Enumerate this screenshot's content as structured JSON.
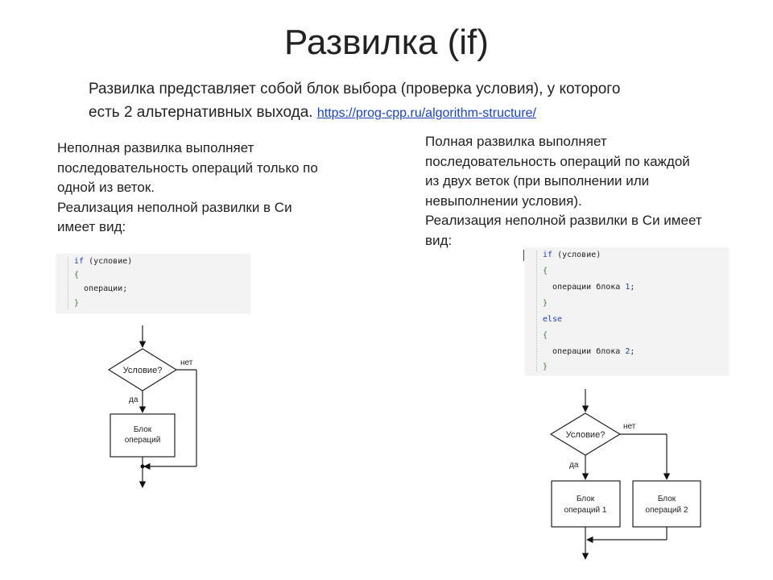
{
  "title": "Развилка (if)",
  "intro": {
    "text_line1": "Развилка представляет собой блок выбора (проверка условия), у которого",
    "text_line2": "есть 2 альтернативных выхода.",
    "link": "https://prog-cpp.ru/algorithm-structure/"
  },
  "left": {
    "lines": [
      "Неполная развилка выполняет",
      "последовательность операций только по",
      "одной из веток.",
      "Реализация неполной развилки в Си",
      "имеет вид:"
    ],
    "code": {
      "if_kw": "if",
      "cond": " (условие)",
      "open": "{",
      "body": "  операции;",
      "close": "}"
    },
    "flow": {
      "condition": "Условие?",
      "no": "нет",
      "yes": "да",
      "block_line1": "Блок",
      "block_line2": "операций"
    }
  },
  "right": {
    "lines": [
      "Полная развилка выполняет",
      "последовательность операций по каждой",
      "из двух веток (при выполнении или",
      "невыполнении условия).",
      "Реализация неполной развилки в Си имеет",
      "вид:"
    ],
    "code": {
      "if_kw": "if",
      "cond": " (условие)",
      "open1": "{",
      "body1": "  операции блока ",
      "num1": "1",
      "semi1": ";",
      "close1": "}",
      "else_kw": "else",
      "open2": "{",
      "body2": "  операции блока ",
      "num2": "2",
      "semi2": ";",
      "close2": "}"
    },
    "flow": {
      "condition": "Условие?",
      "no": "нет",
      "yes": "да",
      "block1_line1": "Блок",
      "block1_line2": "операций 1",
      "block2_line1": "Блок",
      "block2_line2": "операций 2"
    }
  }
}
